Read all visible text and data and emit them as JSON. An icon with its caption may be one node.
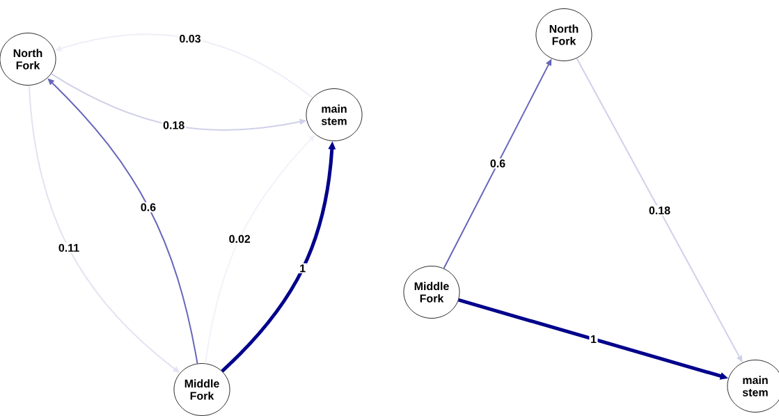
{
  "diagram": {
    "nodes": [
      {
        "text": [
          "North Fork"
        ]
      },
      {
        "text": [
          "main stem"
        ]
      },
      {
        "text": [
          "Middle Fork"
        ]
      },
      {
        "text": [
          "North Fork"
        ]
      },
      {
        "text": [
          "Middle Fork"
        ]
      },
      {
        "text": [
          "main stem"
        ]
      }
    ],
    "edges": [
      {
        "from": 1,
        "to": 0,
        "arrow": "to",
        "label": "0.03",
        "color": "#eeeef8"
      },
      {
        "from": 2,
        "to": 0,
        "arrow": "to",
        "label": "0.6",
        "color": "#6666bb"
      },
      {
        "from": 0,
        "to": 1,
        "arrow": "to",
        "label": "0.18",
        "color": "#d0d0ea"
      },
      {
        "from": 2,
        "to": 1,
        "arrow": "to",
        "label": "1",
        "style": "thick",
        "color": "#00008b"
      },
      {
        "from": 2,
        "to": 1,
        "arrow": "to",
        "label": "0.02",
        "color": "#f2f2fa"
      },
      {
        "from": 0,
        "to": 2,
        "arrow": "to",
        "label": "0.11",
        "color": "#e2e2f2"
      },
      {
        "from": 4,
        "to": 3,
        "arrow": "to",
        "label": "0.6",
        "color": "#6666bb"
      },
      {
        "from": 3,
        "to": 5,
        "arrow": "to",
        "label": "0.18",
        "color": "#d0d0ea"
      },
      {
        "from": 4,
        "to": 5,
        "arrow": "to",
        "label": "1",
        "style": "thick",
        "color": "#00008b"
      }
    ]
  }
}
